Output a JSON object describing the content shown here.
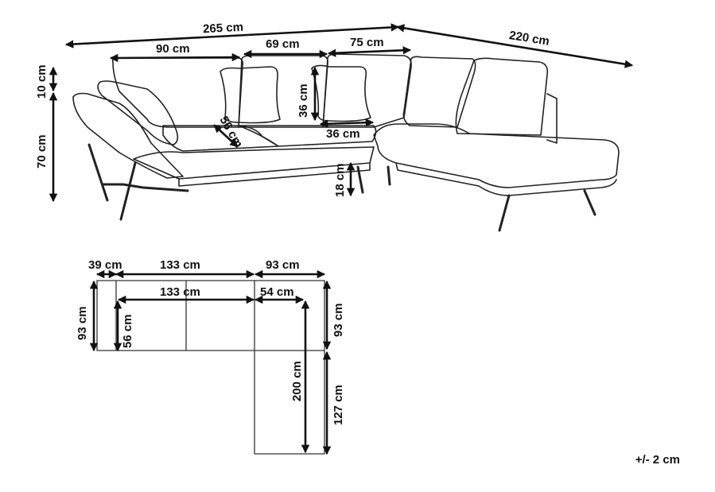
{
  "elevation": {
    "total_width": "265 cm",
    "chaise_length": "220 cm",
    "left_section": "90 cm",
    "middle_section": "69 cm",
    "right_section": "75 cm",
    "back_cushion_height": "10 cm",
    "seat_height_total": "70 cm",
    "pillow_height": "36 cm",
    "pillow_width": "36 cm",
    "seat_depth": "56 cm",
    "leg_height": "18 cm"
  },
  "plan": {
    "arm_width": "39 cm",
    "seat_width_outer": "133 cm",
    "corner_width": "93 cm",
    "seat_width_inner": "133 cm",
    "corner_inner": "54 cm",
    "depth_left": "93 cm",
    "seat_depth": "56 cm",
    "depth_right": "93 cm",
    "chaise_inner": "200 cm",
    "chaise_outer": "127 cm"
  },
  "tolerance": "+/- 2 cm"
}
